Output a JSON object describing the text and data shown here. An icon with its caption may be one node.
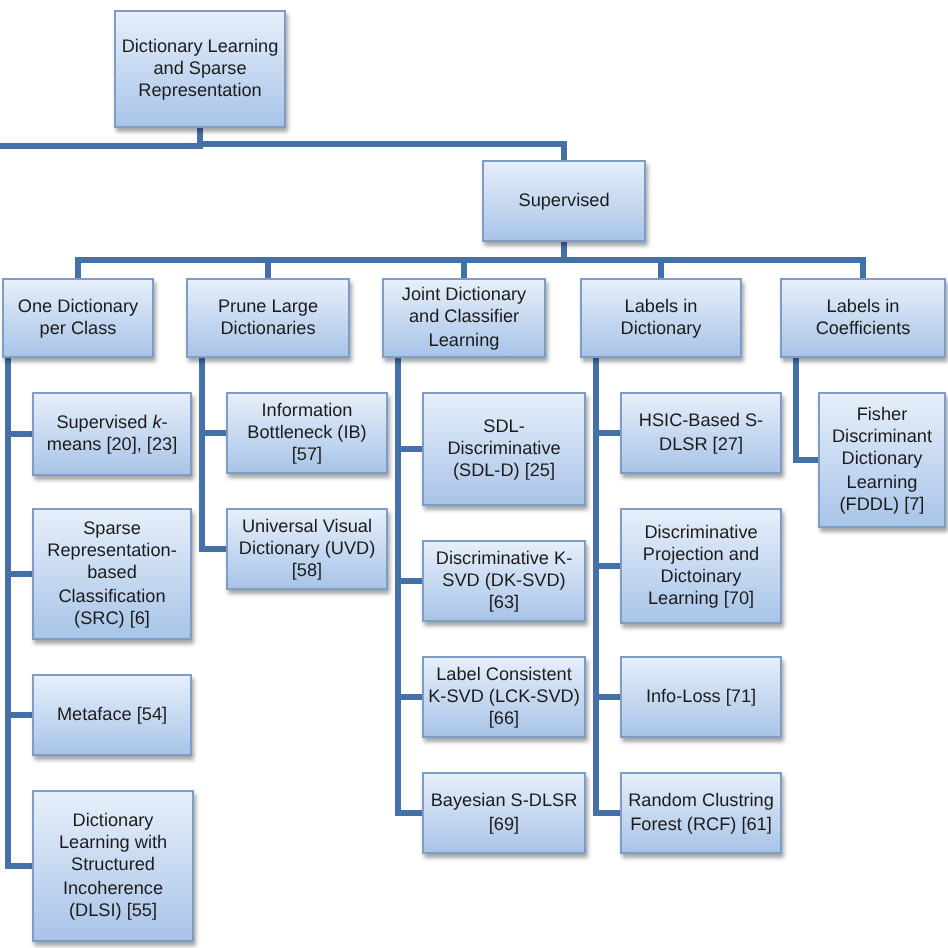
{
  "diagram": {
    "nodes": [
      {
        "text": [
          "Dictionary Learning and Sparse Representation"
        ]
      },
      {
        "text": [
          "Supervised"
        ]
      },
      {
        "text": [
          "One Dictionary per Class"
        ]
      },
      {
        "text": [
          "Prune Large Dictionaries"
        ]
      },
      {
        "text": [
          "Joint Dictionary and Classifier Learning"
        ]
      },
      {
        "text": [
          "Labels in Dictionary"
        ]
      },
      {
        "text": [
          "Labels in Coefficients"
        ]
      },
      {
        "text": [
          "Supervised *k*-means [20], [23]"
        ]
      },
      {
        "text": [
          "Sparse Representation-based Classification (SRC) [6]"
        ]
      },
      {
        "text": [
          "Metaface [54]"
        ]
      },
      {
        "text": [
          "Dictionary Learning with Structured Incoherence (DLSI) [55]"
        ]
      },
      {
        "text": [
          "Information Bottleneck (IB) [57]"
        ]
      },
      {
        "text": [
          "Universal Visual Dictionary (UVD) [58]"
        ]
      },
      {
        "text": [
          "SDL-Discriminative (SDL-D) [25]"
        ]
      },
      {
        "text": [
          "Discriminative K-SVD (DK-SVD) [63]"
        ]
      },
      {
        "text": [
          "Label Consistent K-SVD (LCK-SVD) [66]"
        ]
      },
      {
        "text": [
          "Bayesian S-DLSR [69]"
        ]
      },
      {
        "text": [
          "HSIC-Based S-DLSR [27]"
        ]
      },
      {
        "text": [
          "Discriminative Projection and Dictoinary Learning [70]"
        ]
      },
      {
        "text": [
          "Info-Loss [71]"
        ]
      },
      {
        "text": [
          "Random Clustring Forest (RCF) [61]"
        ]
      },
      {
        "text": [
          "Fisher Discriminant Dictionary Learning (FDDL) [7]"
        ]
      }
    ],
    "edges": [
      {
        "from": 0,
        "to": null,
        "arrow": "none"
      },
      {
        "from": 0,
        "to": 1,
        "arrow": "none"
      },
      {
        "from": 1,
        "to": 2,
        "arrow": "none"
      },
      {
        "from": 1,
        "to": 3,
        "arrow": "none"
      },
      {
        "from": 1,
        "to": 4,
        "arrow": "none"
      },
      {
        "from": 1,
        "to": 5,
        "arrow": "none"
      },
      {
        "from": 1,
        "to": 6,
        "arrow": "none"
      },
      {
        "from": 2,
        "to": 7,
        "arrow": "none"
      },
      {
        "from": 2,
        "to": 8,
        "arrow": "none"
      },
      {
        "from": 2,
        "to": 9,
        "arrow": "none"
      },
      {
        "from": 2,
        "to": 10,
        "arrow": "none"
      },
      {
        "from": 3,
        "to": 11,
        "arrow": "none"
      },
      {
        "from": 3,
        "to": 12,
        "arrow": "none"
      },
      {
        "from": 4,
        "to": 13,
        "arrow": "none"
      },
      {
        "from": 4,
        "to": 14,
        "arrow": "none"
      },
      {
        "from": 4,
        "to": 15,
        "arrow": "none"
      },
      {
        "from": 4,
        "to": 16,
        "arrow": "none"
      },
      {
        "from": 5,
        "to": 17,
        "arrow": "none"
      },
      {
        "from": 5,
        "to": 18,
        "arrow": "none"
      },
      {
        "from": 5,
        "to": 19,
        "arrow": "none"
      },
      {
        "from": 5,
        "to": 20,
        "arrow": "none"
      },
      {
        "from": 6,
        "to": 21,
        "arrow": "none"
      }
    ]
  }
}
